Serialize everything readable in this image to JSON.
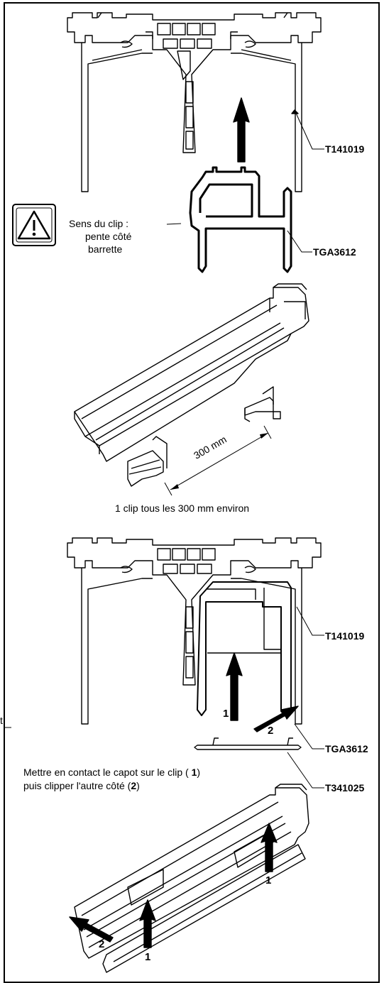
{
  "references": {
    "top_frame": "T141019",
    "clip_top": "TGA3612",
    "bottom_frame": "T141019",
    "clip_bottom": "TGA3612",
    "cover": "T341025"
  },
  "warning": {
    "icon": "warning-triangle-icon",
    "line1": "Sens du clip :",
    "line2": "pente côté",
    "line3": "barrette"
  },
  "spacing": {
    "dimension": "300 mm",
    "caption": "1 clip tous les 300 mm environ"
  },
  "assembly": {
    "step1": "1",
    "step2": "2",
    "instruction_line1_prefix": "Mettre en contact le capot sur le clip (",
    "instruction_line1_num": "1",
    "instruction_line1_suffix": ")",
    "instruction_line2_prefix": "puis clipper l'autre côté (",
    "instruction_line2_num": "2",
    "instruction_line2_suffix": ")"
  },
  "page_edge_char": "t"
}
